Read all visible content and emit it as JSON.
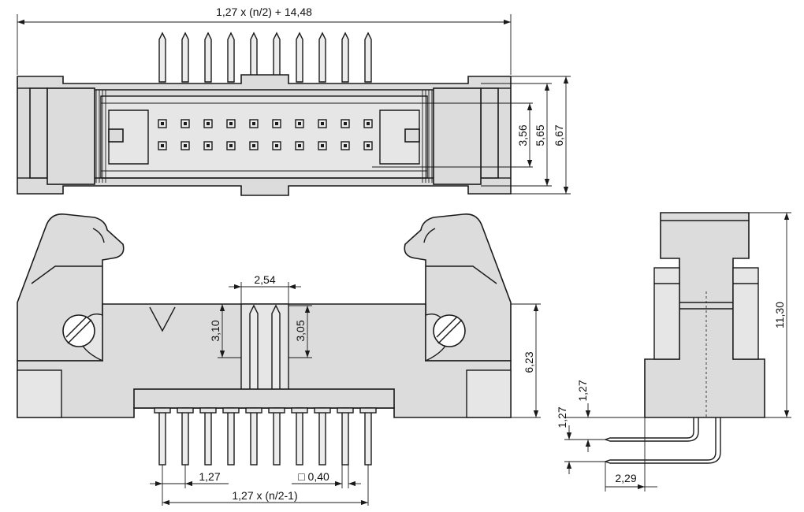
{
  "dimensions": {
    "overall_length": "1,27 x (n/2) + 14,48",
    "row_pitch": "3,56",
    "width_inner": "5,65",
    "width_total": "6,67",
    "pin_pitch_top": "2,54",
    "pin_length": "3,10",
    "pin_height": "3,05",
    "body_height": "6,23",
    "pin_pitch": "1,27",
    "pin_square": "□ 0,40",
    "pin_span": "1,27 x (n/2-1)",
    "side_height": "11,30",
    "side_pitch_a": "1,27",
    "side_pitch_b": "1,27",
    "side_offset": "2,29"
  }
}
